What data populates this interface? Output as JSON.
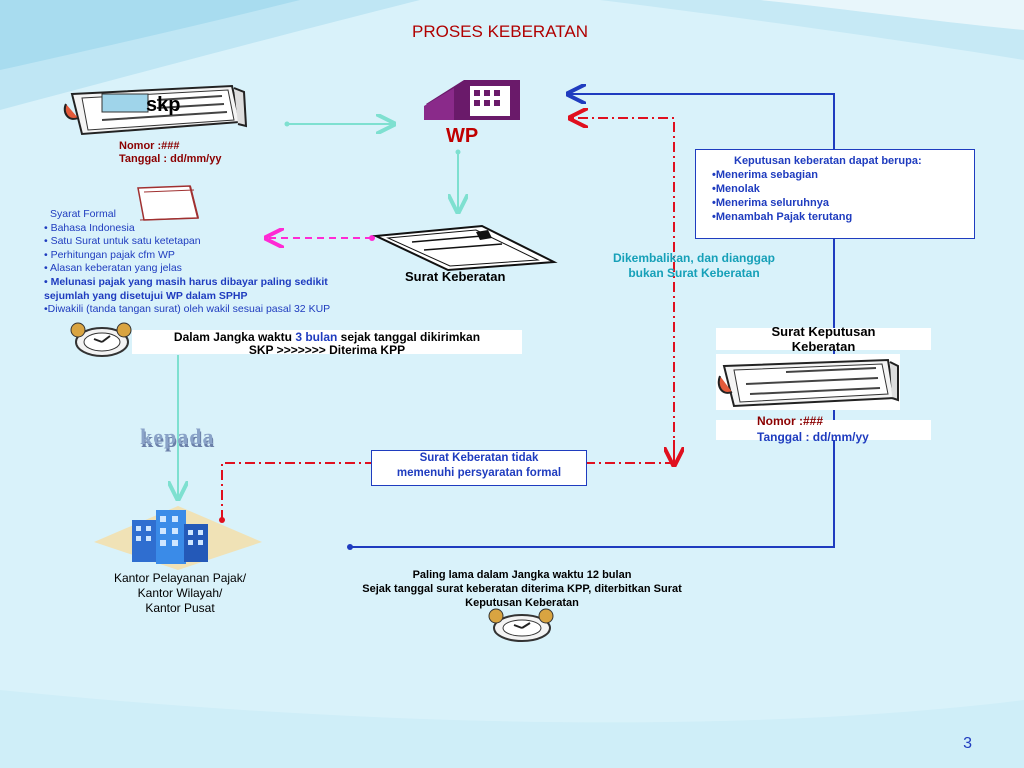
{
  "title": "PROSES KEBERATAN",
  "skp": {
    "label": "skp",
    "nomor": "Nomor   :###",
    "tanggal": "Tanggal : dd/mm/yy"
  },
  "wp": {
    "label": "WP"
  },
  "syarat": {
    "heading": "Syarat Formal",
    "items": [
      "• Bahasa Indonesia",
      "• Satu Surat untuk satu ketetapan",
      "• Perhitungan pajak cfm WP",
      "• Alasan keberatan yang jelas",
      "• Melunasi pajak yang masih harus dibayar paling sedikit sejumlah yang disetujui WP dalam SPHP",
      "•Diwakili (tanda tangan surat) oleh wakil sesuai pasal 32 KUP"
    ]
  },
  "surat_keberatan": "Surat Keberatan",
  "jangka": {
    "pre": "Dalam Jangka waktu ",
    "highlight": "3 bulan",
    "post": " sejak tanggal dikirimkan",
    "line2": "SKP >>>>>>> Diterima KPP"
  },
  "kepada": "kepada",
  "kantor": [
    "Kantor Pelayanan Pajak/",
    "Kantor Wilayah/",
    "Kantor Pusat"
  ],
  "tidak_memenuhi": "Surat Keberatan tidak memenuhi persyaratan formal",
  "dikembalikan": [
    "Dikembalikan, dan dianggap",
    "bukan  Surat Keberatan"
  ],
  "keputusan": {
    "heading": "Keputusan keberatan dapat berupa:",
    "items": [
      "•Menerima sebagian",
      "•Menolak",
      "•Menerima seluruhnya",
      "•Menambah Pajak terutang"
    ]
  },
  "surat_keputusan": {
    "title": [
      "Surat Keputusan",
      "Keberatan"
    ],
    "nomor": "Nomor   :###",
    "tanggal": "Tanggal : dd/mm/yy"
  },
  "paling_lama": [
    "Paling lama dalam Jangka waktu 12 bulan",
    "Sejak tanggal surat keberatan diterima KPP, diterbitkan Surat",
    "Keputusan Keberatan"
  ],
  "page_number": "3",
  "colors": {
    "background": "#d9f2fa",
    "blue": "#1f3cbf",
    "red": "#e0101e",
    "teal": "#7ee0d0",
    "magenta": "#ff2ad4",
    "title": "#b00000"
  }
}
